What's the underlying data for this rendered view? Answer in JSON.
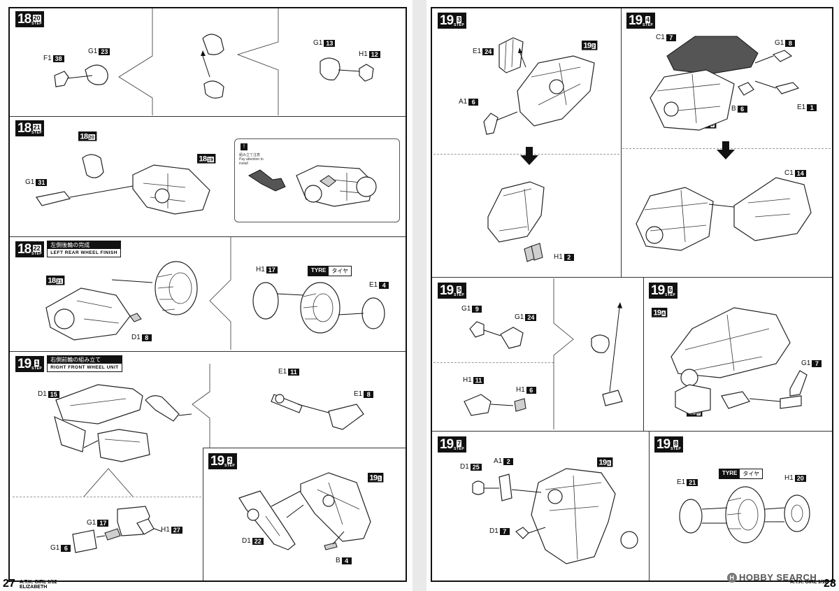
{
  "steps": {
    "s1820": {
      "major": "18",
      "minor": "20",
      "sub": "STEP"
    },
    "s1821": {
      "major": "18",
      "minor": "21",
      "sub": "STEP"
    },
    "s1822": {
      "major": "18",
      "minor": "22",
      "sub": "STEP",
      "title_jp": "左側後輪の完成",
      "title_en": "LEFT REAR WHEEL FINISH"
    },
    "s191": {
      "major": "19",
      "minor": "1",
      "sub": "STEP",
      "title_jp": "右側前輪の組み立て",
      "title_en": "RIGHT FRONT WHEEL UNIT"
    },
    "s192": {
      "major": "19",
      "minor": "2",
      "sub": "STEP"
    },
    "s193": {
      "major": "19",
      "minor": "3",
      "sub": "STEP"
    },
    "s194": {
      "major": "19",
      "minor": "4",
      "sub": "STEP"
    },
    "s195": {
      "major": "19",
      "minor": "5",
      "sub": "STEP"
    },
    "s196": {
      "major": "19",
      "minor": "6",
      "sub": "STEP"
    },
    "s197": {
      "major": "19",
      "minor": "7",
      "sub": "STEP"
    },
    "s198": {
      "major": "19",
      "minor": "8",
      "sub": "STEP"
    }
  },
  "refs": {
    "r1820": {
      "major": "18",
      "minor": "20"
    },
    "r1819": {
      "major": "18",
      "minor": "19"
    },
    "r1821": {
      "major": "18",
      "minor": "21"
    },
    "r191": {
      "major": "19",
      "minor": "1"
    },
    "r192": {
      "major": "19",
      "minor": "2"
    },
    "r193a": {
      "major": "19",
      "minor": "3"
    },
    "r194": {
      "major": "19",
      "minor": "4"
    },
    "r195": {
      "major": "19",
      "minor": "5"
    },
    "r196": {
      "major": "19",
      "minor": "6"
    }
  },
  "parts": {
    "f1_38": {
      "label": "F1",
      "num": "38"
    },
    "g1_23": {
      "label": "G1",
      "num": "23"
    },
    "g1_13": {
      "label": "G1",
      "num": "13"
    },
    "h1_12": {
      "label": "H1",
      "num": "12"
    },
    "g1_31": {
      "label": "G1",
      "num": "31"
    },
    "h1_17": {
      "label": "H1",
      "num": "17"
    },
    "e1_4": {
      "label": "E1",
      "num": "4"
    },
    "d1_8": {
      "label": "D1",
      "num": "8"
    },
    "d1_15": {
      "label": "D1",
      "num": "15"
    },
    "e1_11": {
      "label": "E1",
      "num": "11"
    },
    "e1_8": {
      "label": "E1",
      "num": "8"
    },
    "g1_17a": {
      "label": "G1",
      "num": "17"
    },
    "h1_27": {
      "label": "H1",
      "num": "27"
    },
    "g1_6": {
      "label": "G1",
      "num": "6"
    },
    "d1_22": {
      "label": "D1",
      "num": "22"
    },
    "b_4": {
      "label": "B",
      "num": "4"
    },
    "e1_24": {
      "label": "E1",
      "num": "24"
    },
    "a1_6": {
      "label": "A1",
      "num": "6"
    },
    "h1_2": {
      "label": "H1",
      "num": "2"
    },
    "c1_7": {
      "label": "C1",
      "num": "7"
    },
    "g1_8": {
      "label": "G1",
      "num": "8"
    },
    "b_6": {
      "label": "B",
      "num": "6"
    },
    "e1_1": {
      "label": "E1",
      "num": "1"
    },
    "c1_14": {
      "label": "C1",
      "num": "14"
    },
    "g1_9": {
      "label": "G1",
      "num": "9"
    },
    "g1_24": {
      "label": "G1",
      "num": "24"
    },
    "h1_11": {
      "label": "H1",
      "num": "11"
    },
    "h1_6": {
      "label": "H1",
      "num": "6"
    },
    "g1_7": {
      "label": "G1",
      "num": "7"
    },
    "d1_25": {
      "label": "D1",
      "num": "25"
    },
    "a1_2": {
      "label": "A1",
      "num": "2"
    },
    "d1_7": {
      "label": "D1",
      "num": "7"
    },
    "e1_21": {
      "label": "E1",
      "num": "21"
    },
    "h1_20": {
      "label": "H1",
      "num": "20"
    }
  },
  "tyre_labels": {
    "en": "TYRE",
    "jp": "タイヤ"
  },
  "warning": {
    "jp": "組み立て注意",
    "en": "Pay attention to install"
  },
  "footer": {
    "left_page": "27",
    "left_title": "A.T.K. GIRL 1/12",
    "left_subtitle": "ELIZABETH",
    "right_page": "28",
    "right_title": "A.T.K. GIRL 1/12",
    "watermark": "HOBBY SEARCH"
  }
}
